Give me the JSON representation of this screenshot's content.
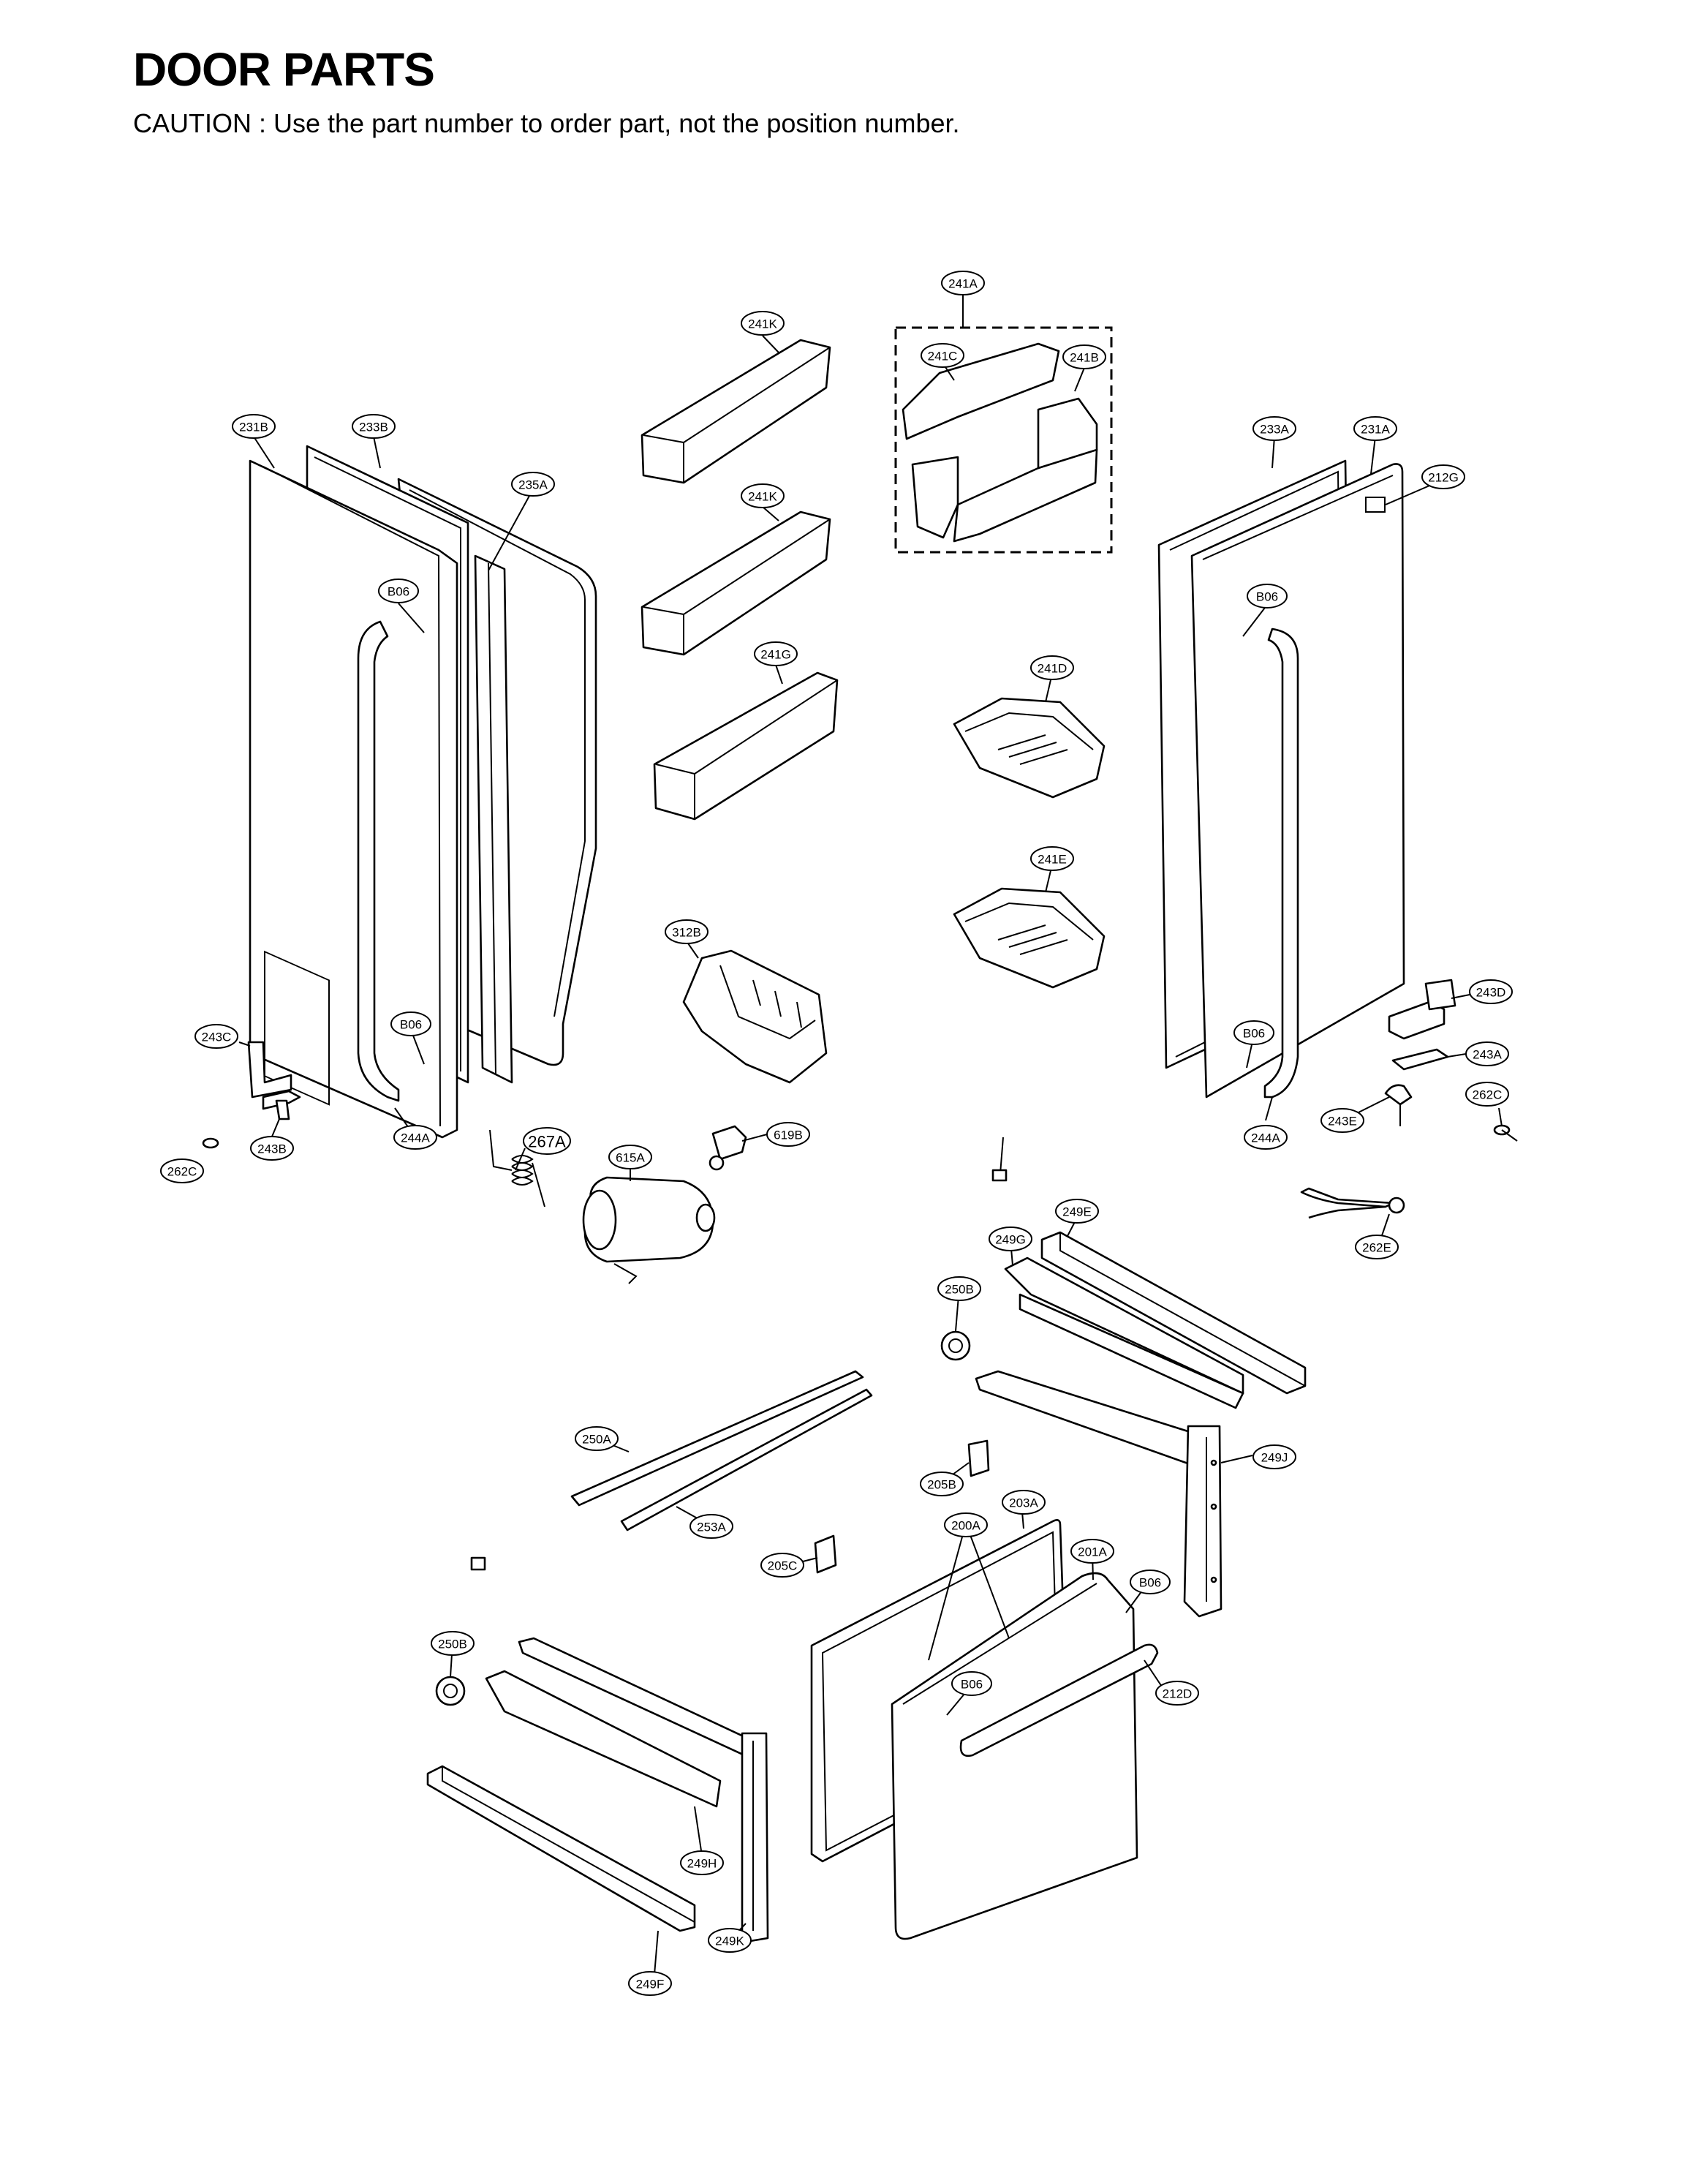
{
  "title": "DOOR PARTS",
  "caution": "CAUTION : Use the part number to order part, not the position number.",
  "labels": {
    "l241A": "241A",
    "l241K1": "241K",
    "l241C": "241C",
    "l241B": "241B",
    "l231B": "231B",
    "l233B": "233B",
    "l235A": "235A",
    "l241K2": "241K",
    "l233A": "233A",
    "l231A": "231A",
    "l212G": "212G",
    "lB06a": "B06",
    "lB06b": "B06",
    "l241G": "241G",
    "l241D": "241D",
    "l241E": "241E",
    "l312B": "312B",
    "l243D": "243D",
    "l243C": "243C",
    "lB06c": "B06",
    "lB06d": "B06",
    "l243A": "243A",
    "l262C1": "262C",
    "l244A1": "244A",
    "l243B": "243B",
    "l267A": "267A",
    "l619B": "619B",
    "l243E": "243E",
    "l244A2": "244A",
    "l262C2": "262C",
    "l615A": "615A",
    "l249E": "249E",
    "l249G": "249G",
    "l262E": "262E",
    "l250B1": "250B",
    "l250A": "250A",
    "l249J": "249J",
    "l205B": "205B",
    "l253A": "253A",
    "l203A": "203A",
    "l200A": "200A",
    "l201A": "201A",
    "l205C": "205C",
    "lB06e": "B06",
    "l250B2": "250B",
    "lB06f": "B06",
    "l212D": "212D",
    "l249H": "249H",
    "l249K": "249K",
    "l249F": "249F"
  }
}
